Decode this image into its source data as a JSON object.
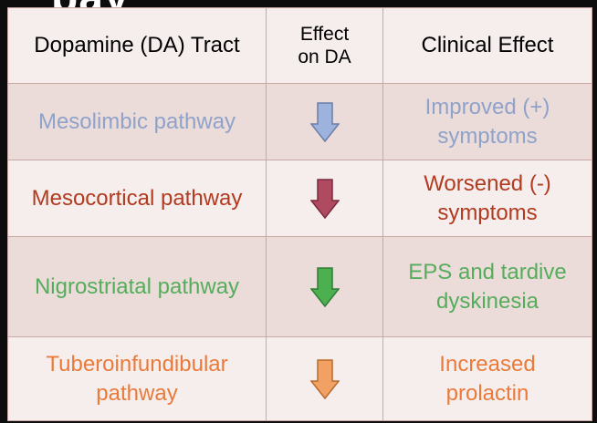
{
  "heading_fragment": "pay",
  "table": {
    "headers": {
      "tract": "Dopamine (DA) Tract",
      "effect_line1": "Effect",
      "effect_line2": "on DA",
      "clinical": "Clinical Effect"
    },
    "rows": [
      {
        "tract_lines": [
          "Mesolimbic pathway"
        ],
        "effect": "down-arrow",
        "clinical_lines": [
          "Improved (+)",
          "symptoms"
        ],
        "color": "#8fa2c9",
        "arrow_color": "#9db3dd"
      },
      {
        "tract_lines": [
          "Mesocortical pathway"
        ],
        "effect": "down-arrow",
        "clinical_lines": [
          "Worsened (-)",
          "symptoms"
        ],
        "color": "#b23a1f",
        "arrow_color": "#b04a60"
      },
      {
        "tract_lines": [
          "Nigrostriatal pathway"
        ],
        "effect": "down-arrow",
        "clinical_lines": [
          "EPS and tardive",
          "dyskinesia"
        ],
        "color": "#55ad5b",
        "arrow_color": "#4caf50"
      },
      {
        "tract_lines": [
          "Tuberoinfundibular",
          "pathway"
        ],
        "effect": "down-arrow",
        "clinical_lines": [
          "Increased",
          "prolactin"
        ],
        "color": "#ea7a3a",
        "arrow_color": "#f1a164"
      }
    ]
  }
}
